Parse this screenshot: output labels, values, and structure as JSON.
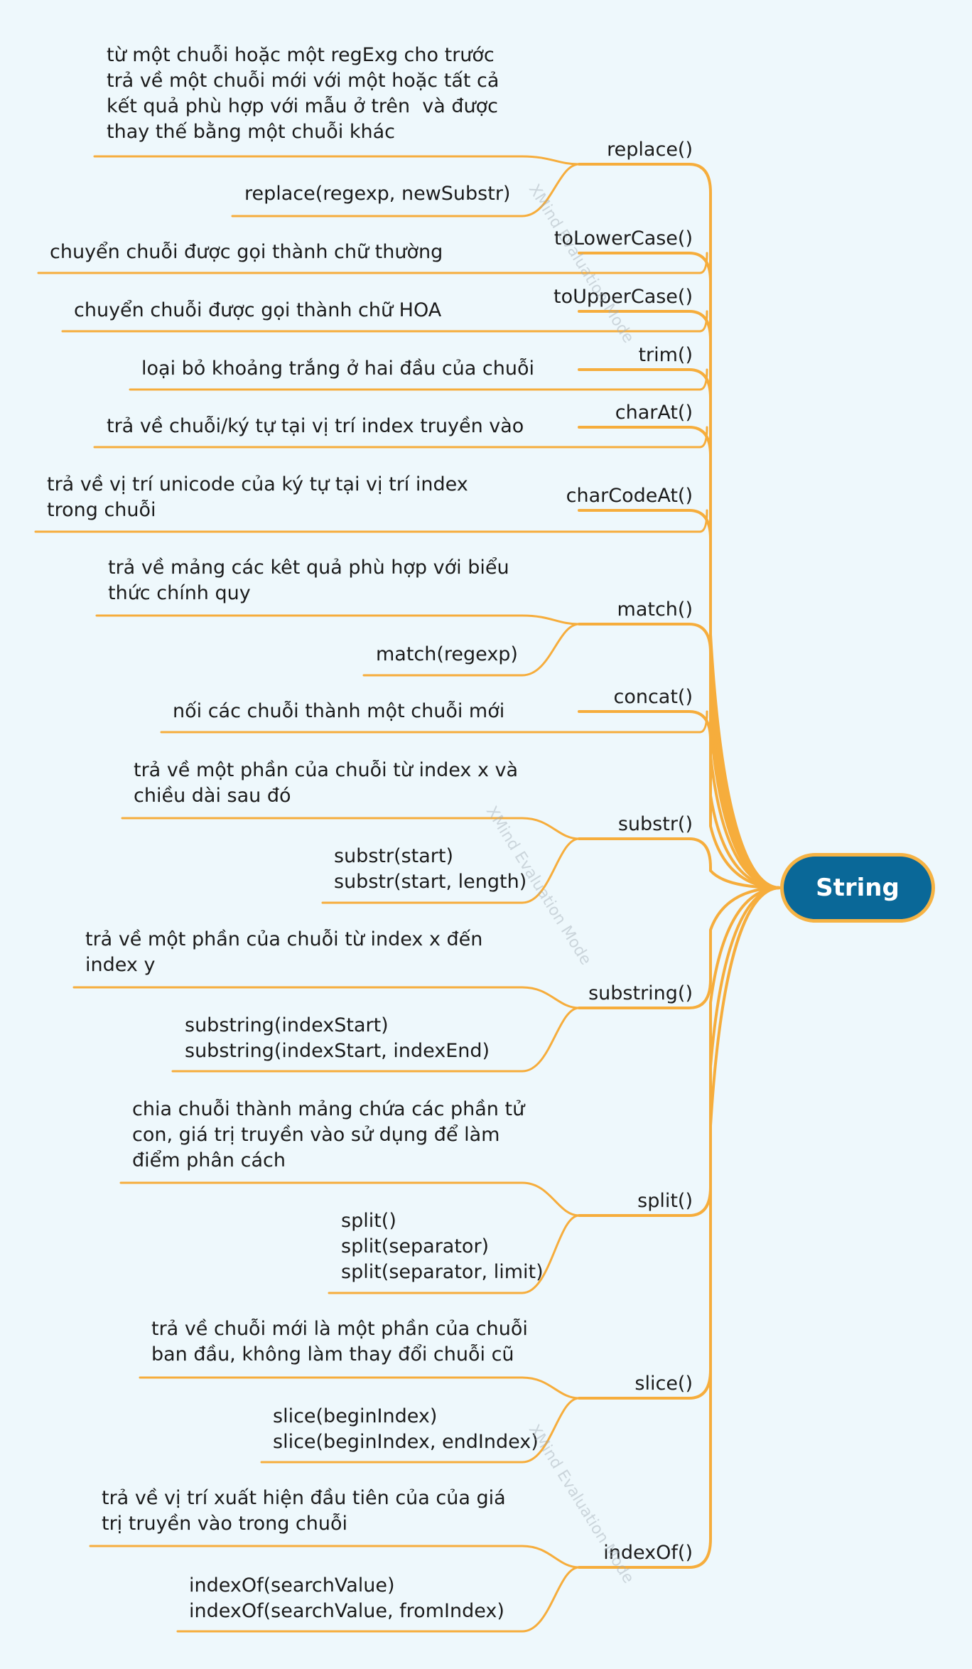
{
  "root": {
    "label": "String"
  },
  "watermark": {
    "brand": "XMind",
    "mode": "Evaluation Mode"
  },
  "colors": {
    "branch": "#f6ad3c",
    "root_fill": "#0a6898",
    "root_border": "#f6b344",
    "background": "#eef8fc"
  },
  "methods": [
    {
      "id": "replace",
      "name": "replace()",
      "details": [
        "từ một chuỗi hoặc một regExg cho trước\ntrả về một chuỗi mới với một hoặc tất cả\nkết quả phù hợp với mẫu ở trên  và được\nthay thế bằng một chuỗi khác",
        "replace(regexp, newSubstr)"
      ]
    },
    {
      "id": "tolowercase",
      "name": "toLowerCase()",
      "details": [
        "chuyển chuỗi được gọi thành chữ thường"
      ]
    },
    {
      "id": "touppercase",
      "name": "toUpperCase()",
      "details": [
        "chuyển chuỗi được gọi thành chữ HOA"
      ]
    },
    {
      "id": "trim",
      "name": "trim()",
      "details": [
        "loại bỏ khoảng trắng ở hai đầu của chuỗi"
      ]
    },
    {
      "id": "charat",
      "name": "charAt()",
      "details": [
        "trả về chuỗi/ký tự tại vị trí index truyền vào"
      ]
    },
    {
      "id": "charcodeat",
      "name": "charCodeAt()",
      "details": [
        "trả về vị trí unicode của ký tự tại vị trí index\ntrong chuỗi"
      ]
    },
    {
      "id": "match",
      "name": "match()",
      "details": [
        "trả về mảng các kêt quả phù hợp với biểu\nthức chính quy",
        "match(regexp)"
      ]
    },
    {
      "id": "concat",
      "name": "concat()",
      "details": [
        "nối các chuỗi thành một chuỗi mới"
      ]
    },
    {
      "id": "substr",
      "name": "substr()",
      "details": [
        "trả về một phần của chuỗi từ index x và\nchiều dài sau đó",
        "substr(start)\nsubstr(start, length)"
      ]
    },
    {
      "id": "substring",
      "name": "substring()",
      "details": [
        "trả về một phần của chuỗi từ index x đến\nindex y",
        "substring(indexStart)\nsubstring(indexStart, indexEnd)"
      ]
    },
    {
      "id": "split",
      "name": "split()",
      "details": [
        "chia chuỗi thành mảng chứa các phần tử\ncon, giá trị truyền vào sử dụng để làm\nđiểm phân cách",
        "split()\nsplit(separator)\nsplit(separator, limit)"
      ]
    },
    {
      "id": "slice",
      "name": "slice()",
      "details": [
        "trả về chuỗi mới là một phần của chuỗi\nban đầu, không làm thay đổi chuỗi cũ",
        "slice(beginIndex)\nslice(beginIndex, endIndex)"
      ]
    },
    {
      "id": "indexof",
      "name": "indexOf()",
      "details": [
        "trả về vị trí xuất hiện đầu tiên của của giá\ntrị truyền vào trong chuỗi",
        "indexOf(searchValue)\nindexOf(searchValue, fromIndex)"
      ]
    }
  ]
}
